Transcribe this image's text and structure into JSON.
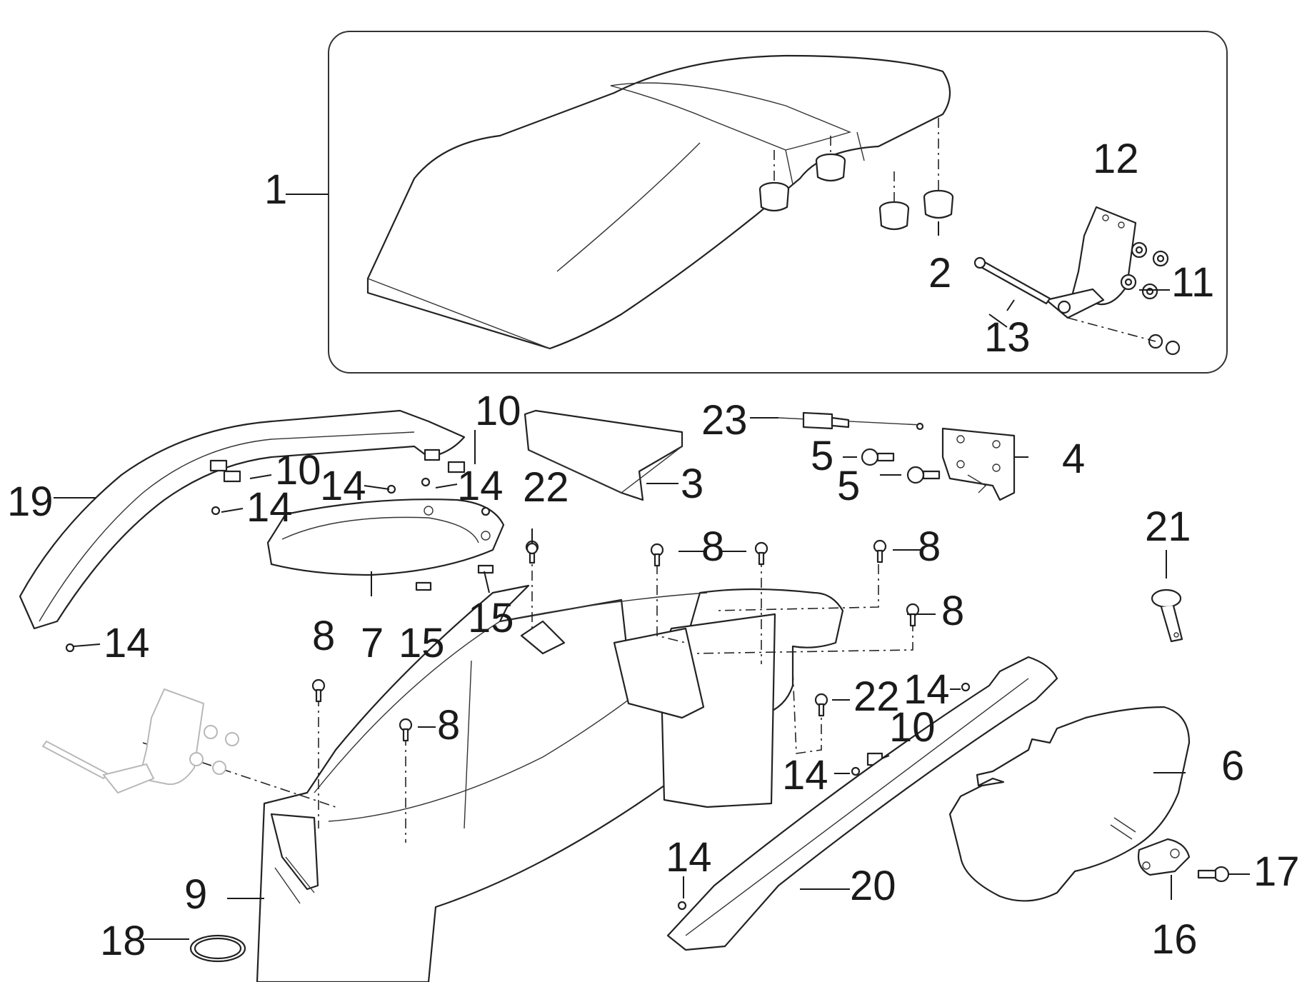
{
  "callouts": {
    "c1": "1",
    "c2": "2",
    "c3": "3",
    "c4": "4",
    "c5a": "5",
    "c5b": "5",
    "c6": "6",
    "c7": "7",
    "c8a": "8",
    "c8b": "8",
    "c8c": "8",
    "c8d": "8",
    "c8e": "8",
    "c9": "9",
    "c10a": "10",
    "c10b": "10",
    "c10c": "10",
    "c11": "11",
    "c12": "12",
    "c13": "13",
    "c14a": "14",
    "c14b": "14",
    "c14c": "14",
    "c14d": "14",
    "c14e": "14",
    "c14f": "14",
    "c14g": "14",
    "c15a": "15",
    "c15b": "15",
    "c16": "16",
    "c17": "17",
    "c18": "18",
    "c19": "19",
    "c20": "20",
    "c21": "21",
    "c22a": "22",
    "c22b": "22",
    "c23": "23"
  }
}
